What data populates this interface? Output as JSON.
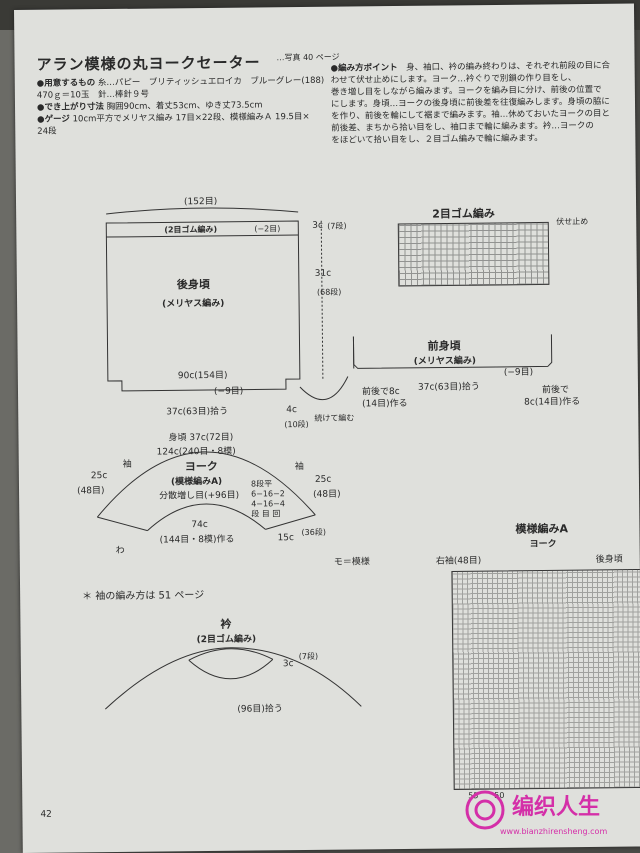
{
  "title": "アラン模様の丸ヨークセーター",
  "title_ref": "…写真 40 ページ",
  "materials": {
    "items_label": "●用意するもの",
    "items_value": "糸…パピー　ブリティッシュエロイカ　ブルーグレー(188)",
    "amount": "470ｇ＝10玉　針…棒針９号",
    "size_label": "●でき上がり寸法",
    "size_value": "胸囲90cm、着丈53cm、ゆき丈73.5cm",
    "gauge_label": "●ゲージ",
    "gauge_value": "10cm平方でメリヤス編み 17目×22段、模様編みＡ 19.5目×",
    "gauge_rows": "24段"
  },
  "points": {
    "label": "●編み方ポイント",
    "lines": [
      "　身、袖口、衿の編み終わりは、それぞれ前段の目に合",
      "わせて伏せ止めにします。ヨーク…衿ぐりで別鎖の作り目をし、",
      "巻き増し目をしながら編みます。ヨークを編み目に分け、前後の位置で",
      "にします。身頃…ヨークの後身頃に前後差を往復編みします。身頃の脇に",
      "を作り、前後を輪にして裾まで編みます。袖…休めておいたヨークの目と",
      "前後差、まちから拾い目をし、袖口まで輪に編みます。衿…ヨークの",
      "をほどいて拾い目をし、２目ゴム編みで輪に編みます。"
    ]
  },
  "back_body": {
    "top_width": "(152目)",
    "rib": "(2目ゴム編み)",
    "rib_dec": "(−2目)",
    "name": "後身頃",
    "stitch": "(メリヤス編み)",
    "bottom_width": "90c(154目)",
    "side_dec": "(−9目)",
    "pick_up": "37c(63目)拾う",
    "rib_height": "3c",
    "rib_rows": "(7段)",
    "height": "31c",
    "height_rows": "(68段)",
    "gusset": "4c",
    "gusset_rows": "(10段)",
    "continue": "続けて編む"
  },
  "front_body": {
    "name": "前身頃",
    "stitch": "(メリヤス編み)",
    "side_dec": "(−9目)",
    "diff_left": "前後で8c",
    "diff_left2": "(14目)作る",
    "pick_up": "37c(63目)拾う",
    "diff_right": "前後で",
    "diff_right2": "8c(14目)作る"
  },
  "rib_chart": {
    "title": "2目ゴム編み",
    "bind_off": "伏せ止め"
  },
  "yoke": {
    "outer": "身頃 37c(72目)",
    "outer2": "124c(240目・8模)",
    "name": "ヨーク",
    "stitch": "(模様編みA)",
    "increase": "分散増し目(+96目)",
    "sleeve_left": "袖",
    "sleeve_right": "袖",
    "side_left": "25c",
    "side_left_st": "(48目)",
    "side_right": "25c",
    "side_right_st": "(48目)",
    "rows_note": [
      "8段平",
      "6−16−2",
      "4−16−4",
      "段 目 回"
    ],
    "inner": "74c",
    "inner2": "(144目・8模)作る",
    "height": "15c",
    "height_rows": "(36段)",
    "wa": "わ",
    "mo": "モ＝模様"
  },
  "sleeve_note": "＊ 袖の編み方は 51 ページ",
  "collar": {
    "name": "衿",
    "stitch": "(2目ゴム編み)",
    "height": "3c",
    "height_rows": "(7段)",
    "pick_up": "(96目)拾う"
  },
  "pattern_a": {
    "title": "模様編みA",
    "subtitle": "ヨーク",
    "right_sleeve": "右袖(48目)",
    "back_body": "後身頃",
    "col_left": "55",
    "col_right": "50"
  },
  "page_number": "42",
  "watermark": {
    "text": "编织人生",
    "url": "www.bianzhirensheng.com"
  }
}
